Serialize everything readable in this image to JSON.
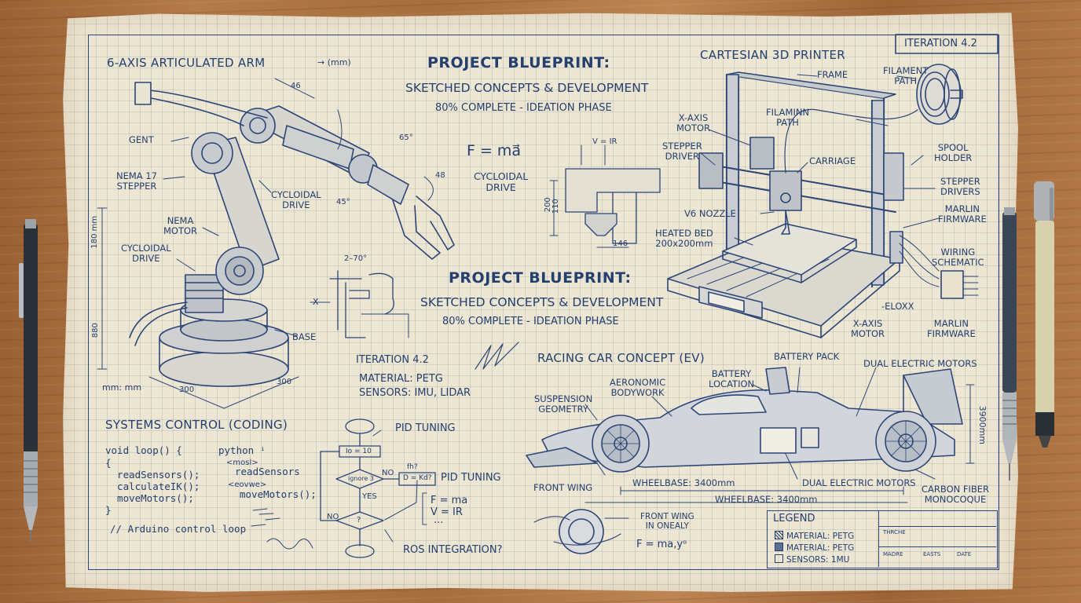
{
  "iteration_tag": "ITERATION 4.2",
  "title_block": {
    "title": "PROJECT BLUEPRINT:",
    "subtitle": "SKETCHED CONCEPTS & DEVELOPMENT",
    "status": "80% COMPLETE - IDEATION PHASE"
  },
  "center": {
    "formula_force": "F = ma⃗",
    "formula_voltage": "V = IR",
    "cycloidal": "CYCLOIDAL\nDRIVE",
    "angle_range": "2–70°",
    "x_mark": "X",
    "dim_200": "200",
    "dim_110": "110",
    "dim_146": "146",
    "iteration": "ITERATION 4.2",
    "material": "MATERIAL: PETG",
    "sensors": "SENSORS: IMU, LIDAR"
  },
  "robot_arm": {
    "title": "6-AXIS ARTICULATED ARM",
    "units": "→ (mm)",
    "labels": {
      "gent": "GENT",
      "nema17": "NEMA 17\nSTEPPER",
      "nema_motor": "NEMA\nMOTOR",
      "cycloidal_left": "CYCLOIDAL\nDRIVE",
      "cycloidal_mid": "CYCLOIDAL\nDRIVE",
      "base": "BASE",
      "mm": "mm: mm"
    },
    "dims": {
      "d46": "46",
      "a65": "65°",
      "d48": "48",
      "a45": "45°",
      "h180": "180 mm",
      "h880": "880",
      "w300a": "300",
      "w300b": "300"
    }
  },
  "printer": {
    "title": "CARTESIAN 3D PRINTER",
    "labels": {
      "frame": "FRAME",
      "filament_path": "FILAMENT\nPATH",
      "filamin_path": "FILAMINN\nPATH",
      "x_axis_motor_top": "X-AXIS\nMOTOR",
      "stepper_driver": "STEPPER\nDRIVER",
      "carriage": "CARRIAGE",
      "spool_holder": "SPOOL\nHOLDER",
      "stepper_drivers": "STEPPER\nDRIVERS",
      "marlin_top": "MARLIN\nFIRMWARE",
      "v6_nozzle": "V6 NOZZLE",
      "heated_bed": "HEATED BED\n200x200mm",
      "wiring": "WIRING\nSCHEMATIC",
      "eloxx": "-ELOXX",
      "x_axis_motor_bottom": "X-AXIS\nMOTOR",
      "marlin_bottom": "MARLIN\nFIRMWARE"
    }
  },
  "controls": {
    "title": "SYSTEMS CONTROL (CODING)",
    "code_c": [
      "void loop() {",
      "{",
      "  readSensors();",
      "  calculateIK();",
      "  moveMotors();",
      "}"
    ],
    "code_py": [
      "python ⁱ",
      "<mosl>",
      "readSensors",
      "<eovwe>",
      "moveMotors();"
    ],
    "comment": "// Arduino control loop",
    "flow": {
      "pid1": "PID TUNING",
      "pid2": "PID TUNING",
      "box1": "Io = 10",
      "diamond1": "ignore 3",
      "no1": "NO",
      "box2": "D = Kd?",
      "fh": "fh?",
      "yes": "YES",
      "no2": "NO",
      "diamond2": "?",
      "eq1": "F = ma",
      "eq2": "V = IR",
      "eq3": "...",
      "ros": "ROS INTEGRATION?"
    }
  },
  "racing_car": {
    "title": "RACING CAR CONCEPT (EV)",
    "labels": {
      "battery_pack": "BATTERY PACK",
      "battery_location": "BATTERY\nLOCATION",
      "dual_motors_top": "DUAL ELECTRIC MOTORS",
      "aero": "AERONOMIC\nBODYWORK",
      "suspension": "SUSPENSION\nGEOMETRY",
      "height": "3900mm",
      "front_wing": "FRONT WING",
      "wheelbase1": "WHEELBASE: 3400mm",
      "dual_motors_bottom": "DUAL ELECTRIC MOTORS",
      "carbon": "CARBON FIBER\nMONOCOQUE",
      "wheelbase2": "WHEELBASE: 3400mm",
      "front_wing_detail": "FRONT WING\nIN ONEALY",
      "formula": "F = ma,yᵒ"
    }
  },
  "legend": {
    "title": "LEGEND",
    "items": [
      "MATERIAL: PETG",
      "MATERIAL: PETG",
      "SENSORS: 1MU"
    ],
    "cells": [
      "THRCHE",
      "MADRE",
      "EASTS",
      "DATE"
    ]
  },
  "colors": {
    "ink": "#25406f",
    "paper": "#ede6d3",
    "wood": "#a86f3f"
  }
}
